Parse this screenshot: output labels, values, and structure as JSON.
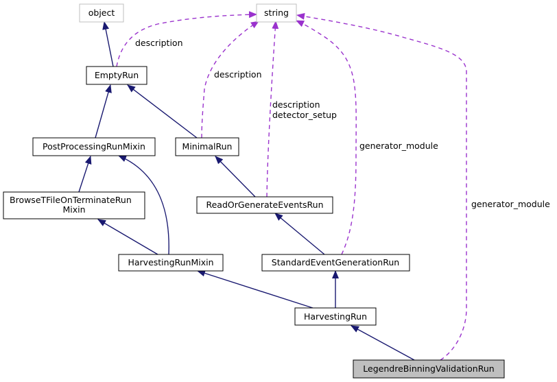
{
  "nodes": {
    "object": "object",
    "string": "string",
    "empty_run": "EmptyRun",
    "post_processing_run_mixin": "PostProcessingRunMixin",
    "minimal_run": "MinimalRun",
    "browse_tfile_line1": "BrowseTFileOnTerminateRun",
    "browse_tfile_line2": "Mixin",
    "read_or_generate_events_run": "ReadOrGenerateEventsRun",
    "harvesting_run_mixin": "HarvestingRunMixin",
    "standard_event_generation_run": "StandardEventGenerationRun",
    "harvesting_run": "HarvestingRun",
    "legendre_binning_validation_run": "LegendreBinningValidationRun"
  },
  "edge_labels": {
    "empty_run_description": "description",
    "minimal_run_description": "description",
    "read_events_line1": "description",
    "read_events_line2": "detector_setup",
    "standard_generator_module": "generator_module",
    "legendre_generator_module": "generator_module"
  },
  "colors": {
    "inheritance": "#191970",
    "usage": "#9a32cd",
    "external_border": "#bfbfbf",
    "focus_fill": "#bfbfbf"
  }
}
